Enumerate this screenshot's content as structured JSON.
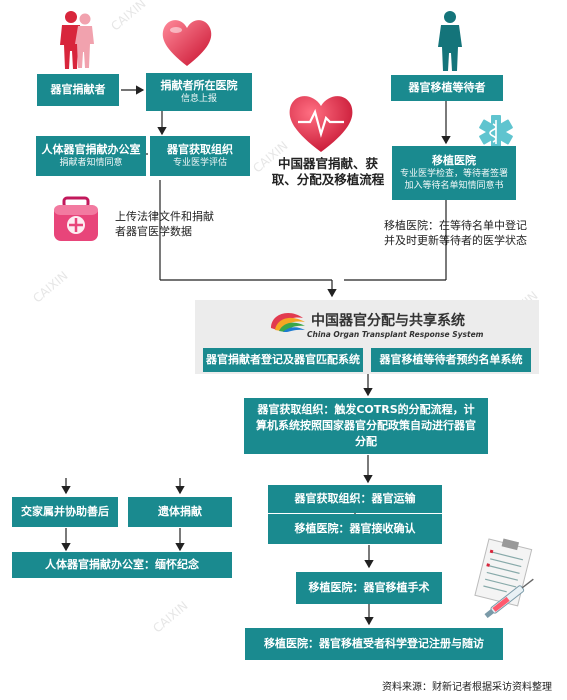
{
  "title": "中国器官捐献、获取、分配及移植流程",
  "nodes": {
    "donor": "器官捐献者",
    "donor_hospital": "捐献者所在医院",
    "donor_hospital_sub": "信息上报",
    "donation_office": "人体器官捐献办公室",
    "donation_office_sub": "捐献者知情同意",
    "procurement_org": "器官获取组织",
    "procurement_org_sub": "专业医学评估",
    "upload_note": "上传法律文件和捐献者器官医学数据",
    "recipient": "器官移植等待者",
    "transplant_hospital": "移植医院",
    "transplant_hospital_sub": "专业医学检查，等待者签署加入等待名单知情同意书",
    "waitlist_note": "移植医院：在等待名单中登记并及时更新等待者的医学状态",
    "cotrs_logo_cn": "中国器官分配与共享系统",
    "cotrs_logo_en": "China Organ Transplant Response System",
    "cotrs_left": "器官捐献者登记及器官匹配系统",
    "cotrs_right": "器官移植等待者预约名单系统",
    "allocation": "器官获取组织：触发COTRS的分配流程，计算机系统按照国家器官分配政策自动进行器官分配",
    "family_help": "交家属并协助善后",
    "body_donation": "遗体捐献",
    "memorial": "人体器官捐献办公室：缅怀纪念",
    "transport": "器官获取组织：器官运输",
    "receive": "移植医院：器官接收确认",
    "surgery": "移植医院：器官移植手术",
    "followup": "移植医院：器官移植受者科学登记注册与随访"
  },
  "source": "资料来源：财新记者根据采访资料整理",
  "colors": {
    "teal": "#1a8a8f",
    "heart_red": "#e23a4f",
    "arrow": "#222222",
    "panel_grey": "#ececec"
  }
}
